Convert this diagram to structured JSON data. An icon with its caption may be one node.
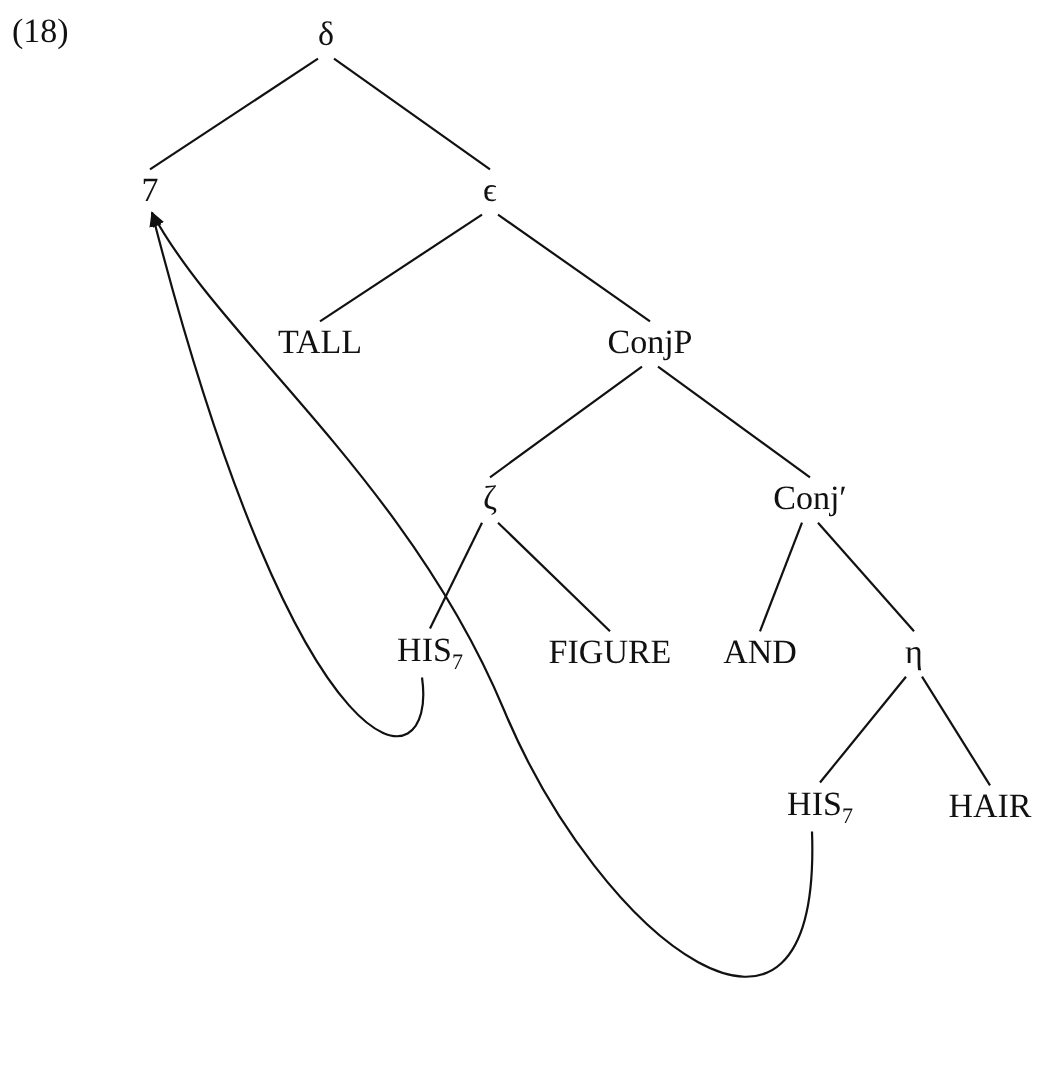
{
  "diagram": {
    "nodes": [
      {
        "text": [
          "δ"
        ]
      },
      {
        "text": [
          "7"
        ]
      },
      {
        "text": [
          "ϵ"
        ]
      },
      {
        "text": [
          "TALL"
        ]
      },
      {
        "text": [
          "ConjP"
        ]
      },
      {
        "text": [
          "ζ"
        ]
      },
      {
        "text": [
          "Conj′"
        ]
      },
      {
        "text": [
          "HIS$_{7}$"
        ]
      },
      {
        "text": [
          "FIGURE"
        ]
      },
      {
        "text": [
          "AND"
        ]
      },
      {
        "text": [
          "η"
        ]
      },
      {
        "text": [
          "HIS$_{7}$"
        ]
      },
      {
        "text": [
          "HAIR"
        ]
      }
    ],
    "edges": [
      {
        "from": 0,
        "to": 1,
        "arrow": "none"
      },
      {
        "from": 0,
        "to": 2,
        "arrow": "none"
      },
      {
        "from": 2,
        "to": 3,
        "arrow": "none"
      },
      {
        "from": 2,
        "to": 4,
        "arrow": "none"
      },
      {
        "from": 4,
        "to": 5,
        "arrow": "none"
      },
      {
        "from": 4,
        "to": 6,
        "arrow": "none"
      },
      {
        "from": 5,
        "to": 7,
        "arrow": "none"
      },
      {
        "from": 5,
        "to": 8,
        "arrow": "none"
      },
      {
        "from": 6,
        "to": 9,
        "arrow": "none"
      },
      {
        "from": 6,
        "to": 10,
        "arrow": "none"
      },
      {
        "from": 10,
        "to": 11,
        "arrow": "none"
      },
      {
        "from": 10,
        "to": 12,
        "arrow": "none"
      },
      {
        "from": 7,
        "to": 1,
        "arrow": "to"
      },
      {
        "from": 11,
        "to": 1,
        "arrow": "to"
      }
    ],
    "labels": [
      "(18)"
    ]
  }
}
